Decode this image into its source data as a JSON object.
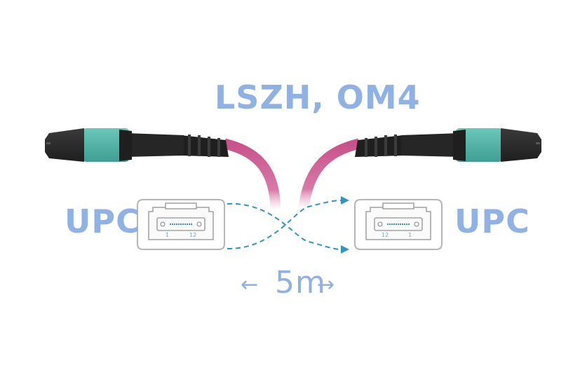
{
  "spec_label": "LSZH, OM4",
  "connector_left": {
    "polish": "UPC",
    "fiber_start": "1",
    "fiber_end": "12"
  },
  "connector_right": {
    "polish": "UPC",
    "fiber_start": "12",
    "fiber_end": "1"
  },
  "length": {
    "value": "5m",
    "arrow_left": "←",
    "arrow_right": "→"
  },
  "colors": {
    "cable": "#c8528a",
    "boot": "#4fb5a7",
    "housing": "#2b2b2b",
    "label_text": "#8fb1e3",
    "dash_line": "#2f94c7"
  }
}
